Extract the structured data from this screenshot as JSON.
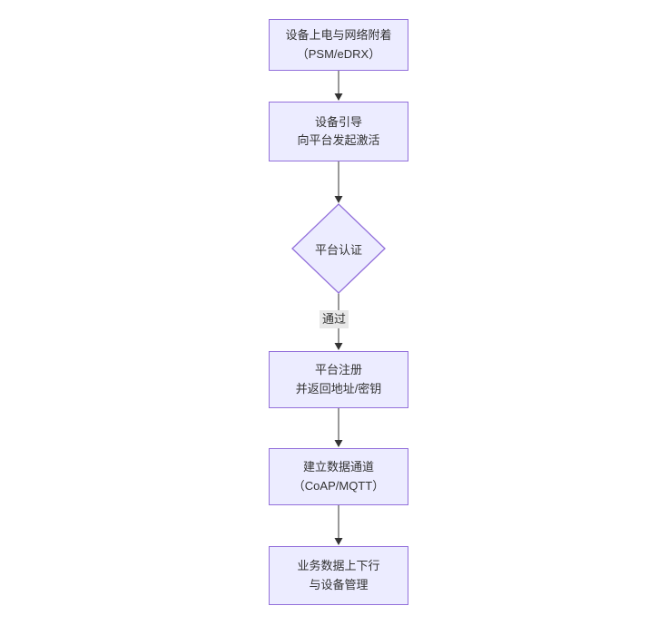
{
  "flowchart": {
    "background_color": "#ffffff",
    "node_fill_color": "#ececff",
    "node_border_color": "#9370db",
    "edge_line_color": "#333333",
    "arrowhead_color": "#333333",
    "text_color": "#333333",
    "edge_label_background": "#e8e8e8",
    "nodes": [
      {
        "id": "power-on-attach",
        "shape": "rectangle",
        "lines": [
          "设备上电与网络附着",
          "（PSM/eDRX）"
        ]
      },
      {
        "id": "bootstrap-activate",
        "shape": "rectangle",
        "lines": [
          "设备引导",
          "向平台发起激活"
        ]
      },
      {
        "id": "platform-auth",
        "shape": "diamond",
        "lines": [
          "平台认证"
        ]
      },
      {
        "id": "platform-register",
        "shape": "rectangle",
        "lines": [
          "平台注册",
          "并返回地址/密钥"
        ]
      },
      {
        "id": "data-channel",
        "shape": "rectangle",
        "lines": [
          "建立数据通道",
          "（CoAP/MQTT）"
        ]
      },
      {
        "id": "business-data",
        "shape": "rectangle",
        "lines": [
          "业务数据上下行",
          "与设备管理"
        ]
      }
    ],
    "edges": [
      {
        "from": "power-on-attach",
        "to": "bootstrap-activate",
        "label": ""
      },
      {
        "from": "bootstrap-activate",
        "to": "platform-auth",
        "label": ""
      },
      {
        "from": "platform-auth",
        "to": "platform-register",
        "label": "通过"
      },
      {
        "from": "platform-register",
        "to": "data-channel",
        "label": ""
      },
      {
        "from": "data-channel",
        "to": "business-data",
        "label": ""
      }
    ]
  }
}
